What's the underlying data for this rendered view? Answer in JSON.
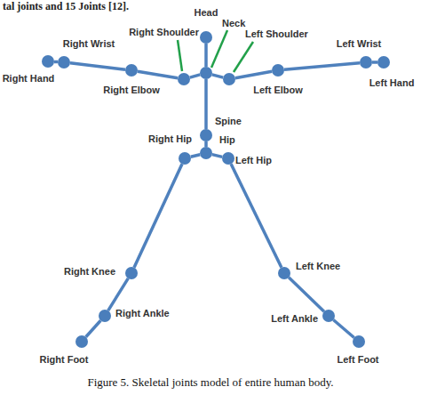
{
  "diagram": {
    "caption": "Figure 5. Skeletal joints model of entire human body.",
    "nodes": [
      {
        "text": [
          "Head"
        ]
      },
      {
        "text": [
          "Neck"
        ]
      },
      {
        "text": [
          "Right Shoulder"
        ]
      },
      {
        "text": [
          "Left Shoulder"
        ]
      },
      {
        "text": [
          "Right Wrist"
        ]
      },
      {
        "text": [
          "Left Wrist"
        ]
      },
      {
        "text": [
          "Right Hand"
        ]
      },
      {
        "text": [
          "Right Elbow"
        ]
      },
      {
        "text": [
          "Left Elbow"
        ]
      },
      {
        "text": [
          "Left Hand"
        ]
      },
      {
        "text": [
          "Spine"
        ]
      },
      {
        "text": [
          "Hip"
        ]
      },
      {
        "text": [
          "Right Hip"
        ]
      },
      {
        "text": [
          "Left Hip"
        ]
      },
      {
        "text": [
          "Right Knee"
        ]
      },
      {
        "text": [
          "Left Knee"
        ]
      },
      {
        "text": [
          "Right Ankle"
        ]
      },
      {
        "text": [
          "Left Ankle"
        ]
      },
      {
        "text": [
          "Right Foot"
        ]
      },
      {
        "text": [
          "Left Foot"
        ]
      }
    ],
    "edges": [
      {
        "from": 0,
        "to": 1,
        "arrow": "none"
      },
      {
        "from": 1,
        "to": 2,
        "arrow": "none"
      },
      {
        "from": 2,
        "to": 7,
        "arrow": "none"
      },
      {
        "from": 7,
        "to": 4,
        "arrow": "none"
      },
      {
        "from": 4,
        "to": 6,
        "arrow": "none"
      },
      {
        "from": 1,
        "to": 3,
        "arrow": "none"
      },
      {
        "from": 3,
        "to": 8,
        "arrow": "none"
      },
      {
        "from": 8,
        "to": 5,
        "arrow": "none"
      },
      {
        "from": 5,
        "to": 9,
        "arrow": "none"
      },
      {
        "from": 1,
        "to": 10,
        "arrow": "none"
      },
      {
        "from": 10,
        "to": 11,
        "arrow": "none"
      },
      {
        "from": 11,
        "to": 12,
        "arrow": "none"
      },
      {
        "from": 11,
        "to": 13,
        "arrow": "none"
      },
      {
        "from": 12,
        "to": 14,
        "arrow": "none"
      },
      {
        "from": 14,
        "to": 16,
        "arrow": "none"
      },
      {
        "from": 16,
        "to": 18,
        "arrow": "none"
      },
      {
        "from": 13,
        "to": 15,
        "arrow": "none"
      },
      {
        "from": 15,
        "to": 17,
        "arrow": "none"
      },
      {
        "from": 17,
        "to": 19,
        "arrow": "none"
      }
    ],
    "labels": [
      "tal joints and 15 Joints [12]."
    ]
  }
}
